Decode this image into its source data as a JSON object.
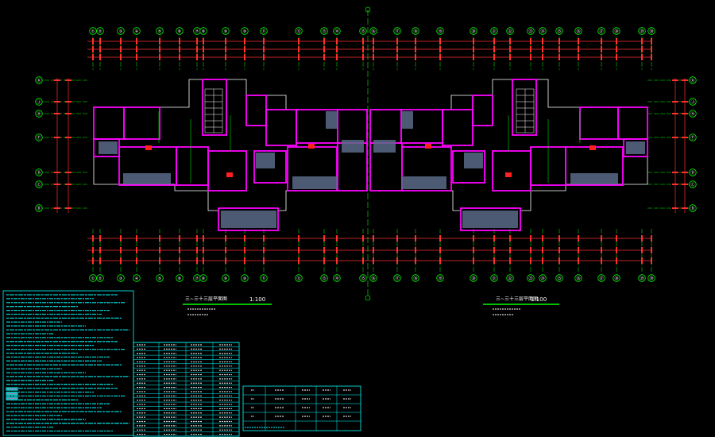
{
  "drawing": {
    "background": "#000000",
    "colors": {
      "axis": "#00ff00",
      "dimension": "#ff2020",
      "wall": "#ff00ff",
      "detail": "#ffffff",
      "notes": "#00ffff",
      "hatch": "#5a6a88",
      "title_line": "#00ff00",
      "mark": "#ffff00"
    },
    "plan_left": {
      "title": "三~三十三层平面图",
      "scale": "1:100"
    },
    "plan_right": {
      "title": "三~三十三层平面图",
      "scale": "1:100"
    },
    "axis_top_labels": [
      "①",
      "②",
      "③",
      "④",
      "⑤",
      "⑥",
      "⑦",
      "⑧",
      "⑨",
      "⑩",
      "⑪",
      "⑫",
      "⑬",
      "⑭",
      "⑮",
      "⑯",
      "⑰",
      "⑱",
      "⑲",
      "⑳",
      "㉑",
      "㉒",
      "㉓",
      "㉔",
      "㉕",
      "㉖",
      "㉗",
      "㉘",
      "㉙",
      "㉚",
      "㉛",
      "㉜",
      "㉝",
      "㉞"
    ],
    "axis_side_labels": [
      "Ⓚ",
      "Ⓙ",
      "Ⓗ",
      "Ⓕ",
      "Ⓓ",
      "Ⓒ",
      "Ⓑ",
      "Ⓐ"
    ],
    "icons": [
      "axis-bubble-icon",
      "north-arrow-icon"
    ]
  }
}
